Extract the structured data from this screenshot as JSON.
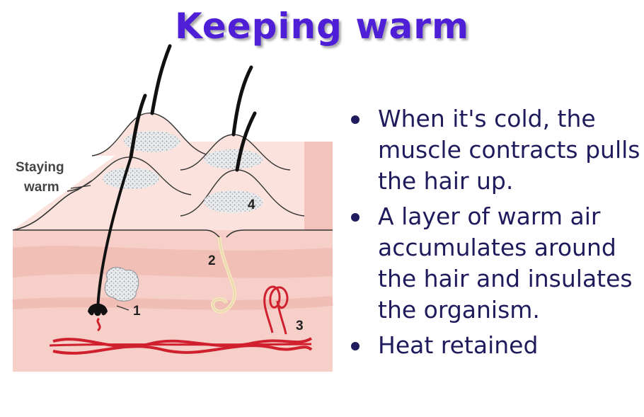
{
  "title": "Keeping warm",
  "diagram": {
    "side_label_line1": "Staying",
    "side_label_line2": "warm",
    "markers": [
      "1",
      "2",
      "3",
      "4"
    ]
  },
  "bullets": [
    "When it's cold, the muscle contracts pulls the hair up.",
    "A layer of warm air accumulates around the hair and insulates the organism.",
    "Heat retained"
  ],
  "colors": {
    "title": "#4f1fd8",
    "bullet_text": "#1f1b5c",
    "skin": "#f6cfc8",
    "blood_vessel": "#d0202e"
  }
}
